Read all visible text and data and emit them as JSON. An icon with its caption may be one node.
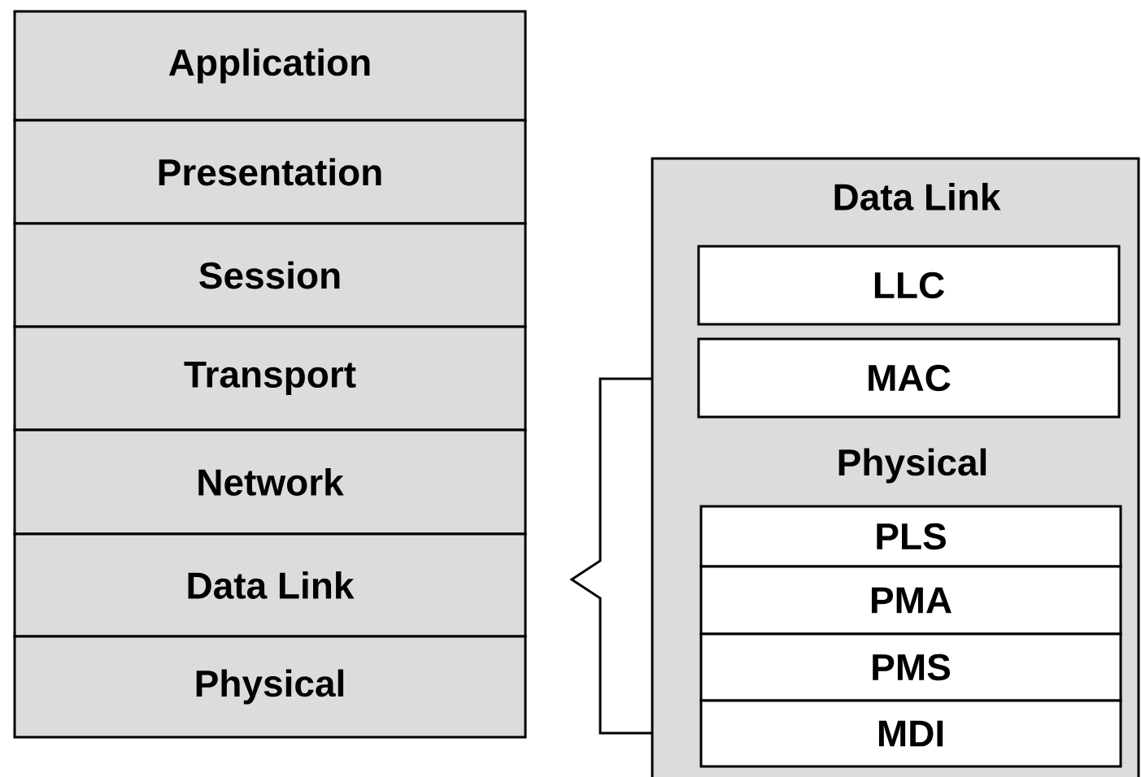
{
  "diagram": {
    "nodes": [
      {
        "text": [
          "Application"
        ]
      },
      {
        "text": [
          "Presentation"
        ]
      },
      {
        "text": [
          "Session"
        ]
      },
      {
        "text": [
          "Transport"
        ]
      },
      {
        "text": [
          "Network"
        ]
      },
      {
        "text": [
          "Data Link"
        ]
      },
      {
        "text": [
          "Physical"
        ]
      },
      {
        "text": [
          "Data Link",
          "Physical"
        ]
      },
      {
        "text": [
          "LLC"
        ],
        "in": 7
      },
      {
        "text": [
          "MAC"
        ],
        "in": 7
      },
      {
        "text": [
          "PLS"
        ],
        "in": 7
      },
      {
        "text": [
          "PMA"
        ],
        "in": 7
      },
      {
        "text": [
          "PMS"
        ],
        "in": 7
      },
      {
        "text": [
          "MDI"
        ],
        "in": 7
      }
    ]
  }
}
